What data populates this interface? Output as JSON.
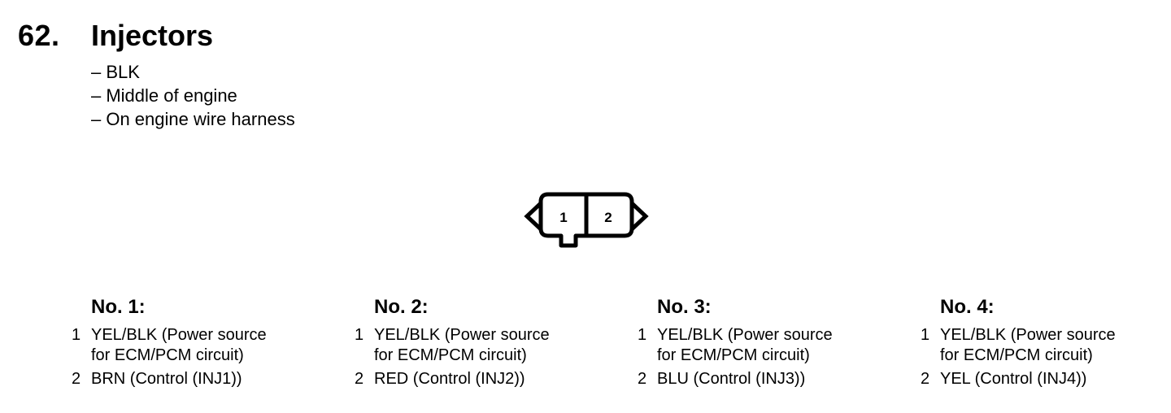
{
  "section": {
    "number": "62.",
    "title": "Injectors"
  },
  "details": [
    "– BLK",
    "– Middle of engine",
    "– On engine wire harness"
  ],
  "connector": {
    "pins": [
      "1",
      "2"
    ]
  },
  "injectors": [
    {
      "title": "No. 1:",
      "pins": [
        {
          "num": "1",
          "lines": [
            "YEL/BLK (Power source",
            "for ECM/PCM circuit)"
          ]
        },
        {
          "num": "2",
          "lines": [
            "BRN (Control (INJ1))"
          ]
        }
      ]
    },
    {
      "title": "No. 2:",
      "pins": [
        {
          "num": "1",
          "lines": [
            "YEL/BLK (Power source",
            "for ECM/PCM circuit)"
          ]
        },
        {
          "num": "2",
          "lines": [
            "RED (Control (INJ2))"
          ]
        }
      ]
    },
    {
      "title": "No. 3:",
      "pins": [
        {
          "num": "1",
          "lines": [
            "YEL/BLK (Power source",
            "for ECM/PCM circuit)"
          ]
        },
        {
          "num": "2",
          "lines": [
            "BLU (Control (INJ3))"
          ]
        }
      ]
    },
    {
      "title": "No. 4:",
      "pins": [
        {
          "num": "1",
          "lines": [
            "YEL/BLK (Power source",
            "for ECM/PCM circuit)"
          ]
        },
        {
          "num": "2",
          "lines": [
            "YEL (Control (INJ4))"
          ]
        }
      ]
    }
  ]
}
